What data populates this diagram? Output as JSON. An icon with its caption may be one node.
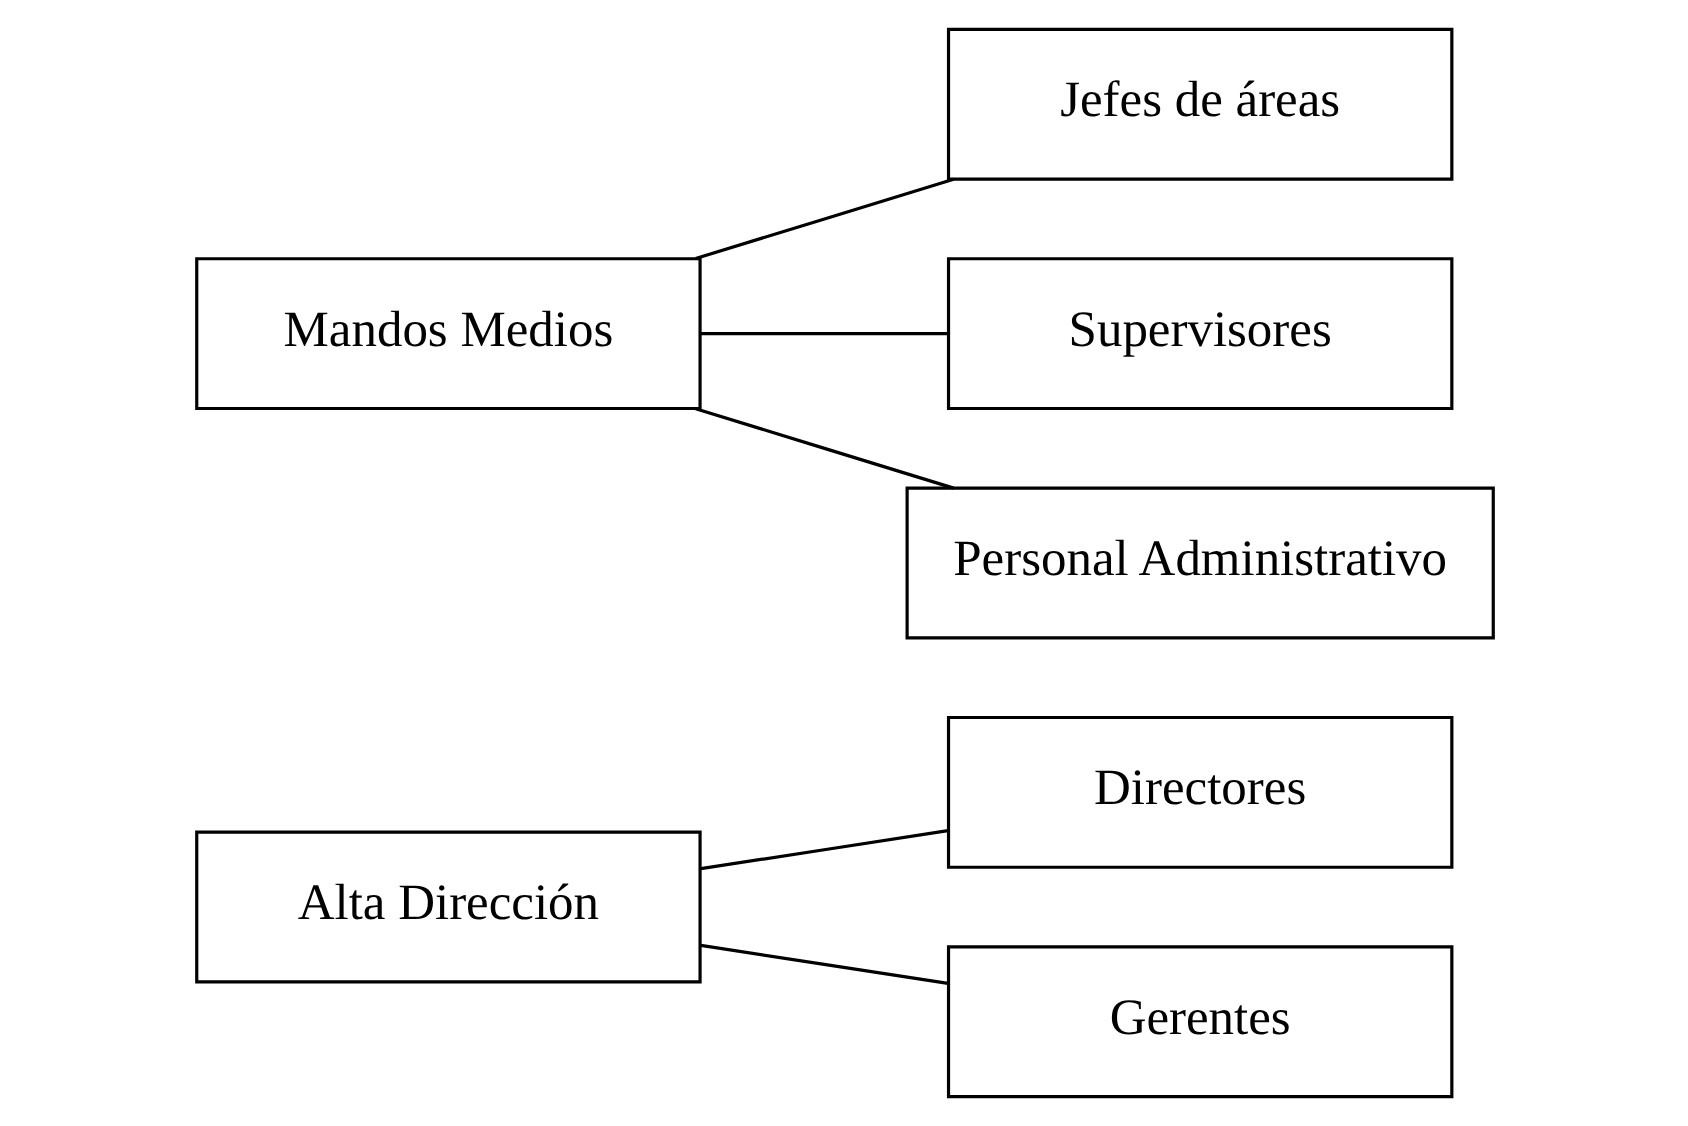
{
  "diagram": {
    "nodes": [
      {
        "text": [
          "Alta Dirección"
        ]
      },
      {
        "text": [
          "Directores"
        ]
      },
      {
        "text": [
          "Gerentes"
        ]
      },
      {
        "text": [
          "Mandos Medios"
        ]
      },
      {
        "text": [
          "Jefes de áreas"
        ]
      },
      {
        "text": [
          "Supervisores"
        ]
      },
      {
        "text": [
          "Personal Administrativo"
        ]
      }
    ],
    "edges": [
      {
        "from": 0,
        "to": 1,
        "arrow": "none"
      },
      {
        "from": 0,
        "to": 2,
        "arrow": "none"
      },
      {
        "from": 3,
        "to": 4,
        "arrow": "none"
      },
      {
        "from": 3,
        "to": 5,
        "arrow": "none"
      },
      {
        "from": 3,
        "to": 6,
        "arrow": "none"
      }
    ]
  }
}
